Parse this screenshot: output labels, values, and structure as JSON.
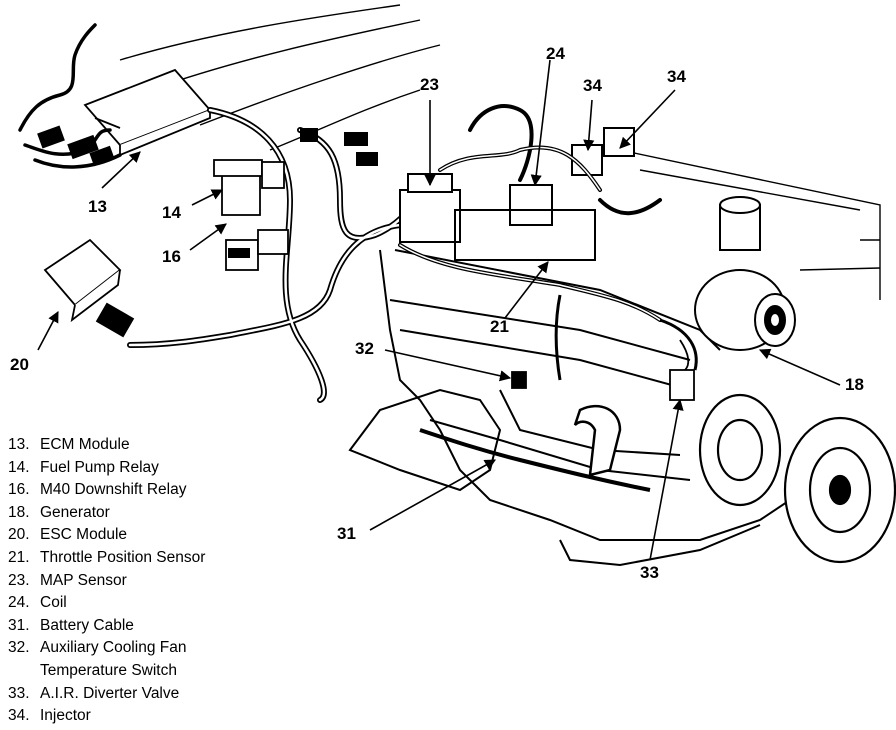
{
  "callouts": [
    {
      "id": "13",
      "label": "13"
    },
    {
      "id": "14",
      "label": "14"
    },
    {
      "id": "16",
      "label": "16"
    },
    {
      "id": "20",
      "label": "20"
    },
    {
      "id": "23",
      "label": "23"
    },
    {
      "id": "24",
      "label": "24"
    },
    {
      "id": "34a",
      "label": "34"
    },
    {
      "id": "34b",
      "label": "34"
    },
    {
      "id": "21",
      "label": "21"
    },
    {
      "id": "32",
      "label": "32"
    },
    {
      "id": "18",
      "label": "18"
    },
    {
      "id": "31",
      "label": "31"
    },
    {
      "id": "33",
      "label": "33"
    }
  ],
  "legend": [
    {
      "num": "13.",
      "text": "ECM Module"
    },
    {
      "num": "14.",
      "text": "Fuel Pump Relay"
    },
    {
      "num": "16.",
      "text": "M40 Downshift Relay"
    },
    {
      "num": "18.",
      "text": "Generator"
    },
    {
      "num": "20.",
      "text": "ESC Module"
    },
    {
      "num": "21.",
      "text": "Throttle Position Sensor"
    },
    {
      "num": "23.",
      "text": "MAP Sensor"
    },
    {
      "num": "24.",
      "text": "Coil"
    },
    {
      "num": "31.",
      "text": "Battery Cable"
    },
    {
      "num": "32.",
      "text": "Auxiliary Cooling Fan"
    },
    {
      "num": "",
      "text": "Temperature Switch"
    },
    {
      "num": "33.",
      "text": "A.I.R. Diverter Valve"
    },
    {
      "num": "34.",
      "text": "Injector"
    }
  ]
}
